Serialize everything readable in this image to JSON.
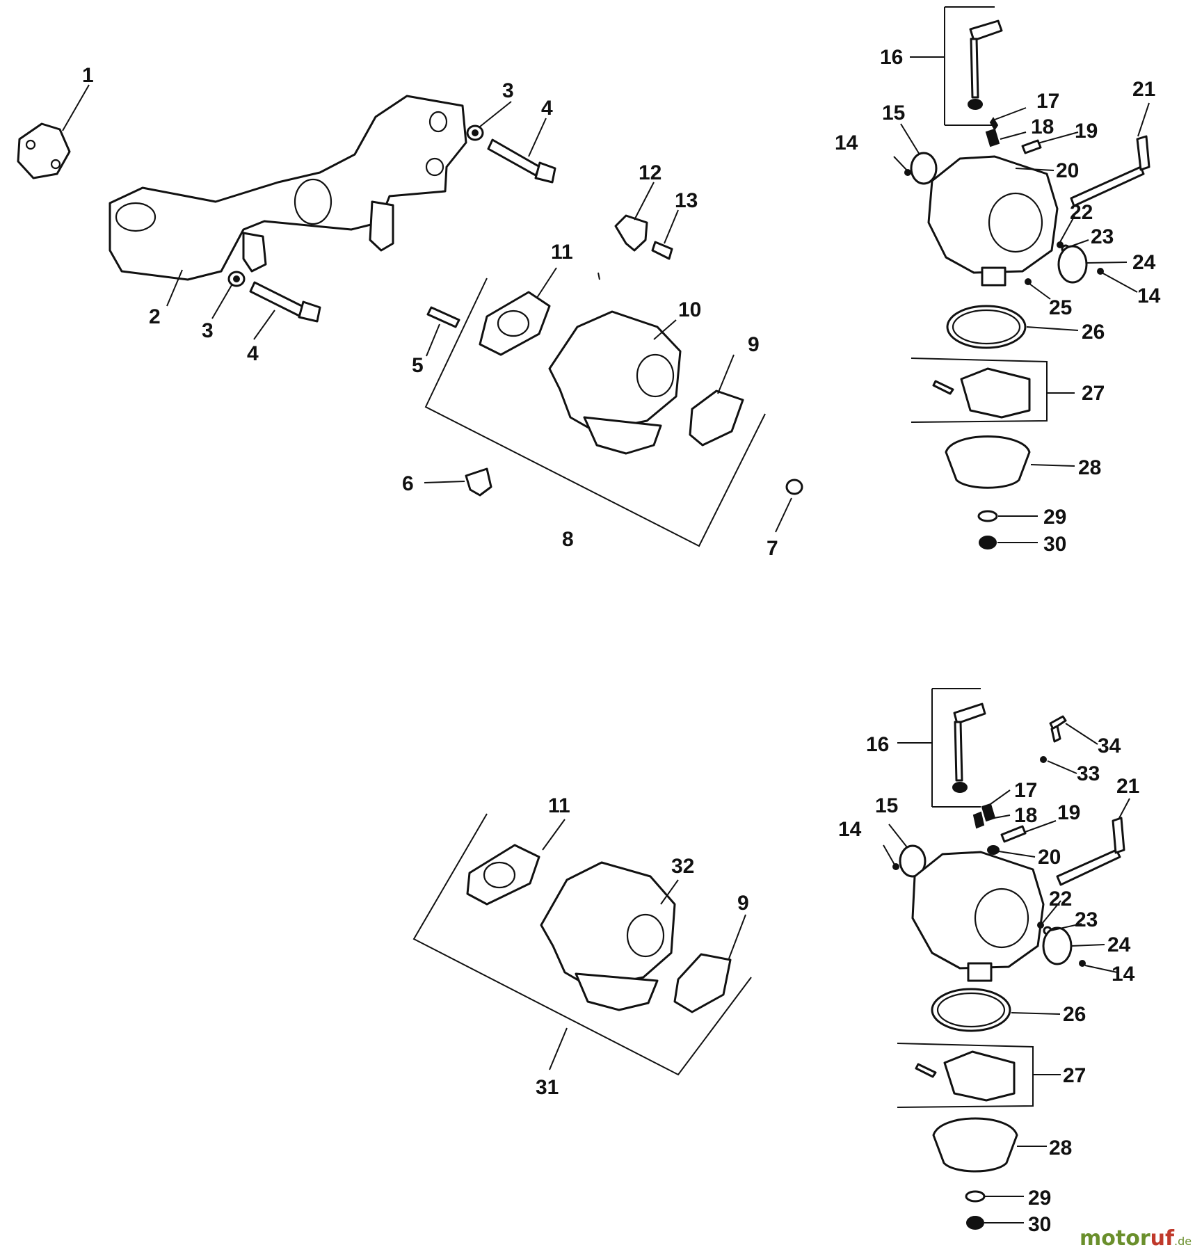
{
  "callouts": {
    "c1": "1",
    "c2": "2",
    "c3a": "3",
    "c3b": "3",
    "c4a": "4",
    "c4b": "4",
    "c5": "5",
    "c6": "6",
    "c7": "7",
    "c8": "8",
    "c9a": "9",
    "c10": "10",
    "c11a": "11",
    "c12": "12",
    "c13": "13",
    "t14a": "14",
    "t14b": "14",
    "t15": "15",
    "t16": "16",
    "t17": "17",
    "t18": "18",
    "t19": "19",
    "t20": "20",
    "t21": "21",
    "t22": "22",
    "t23": "23",
    "t24": "24",
    "t25": "25",
    "t26": "26",
    "t27": "27",
    "t28": "28",
    "t29": "29",
    "t30": "30",
    "c9b": "9",
    "c11b": "11",
    "c31": "31",
    "c32": "32",
    "b14a": "14",
    "b14b": "14",
    "b15": "15",
    "b16": "16",
    "b17": "17",
    "b18": "18",
    "b19": "19",
    "b20": "20",
    "b21": "21",
    "b22": "22",
    "b23": "23",
    "b24": "24",
    "b26": "26",
    "b27": "27",
    "b28": "28",
    "b29": "29",
    "b30": "30",
    "b33": "33",
    "b34": "34"
  },
  "watermark": {
    "part1": "motor",
    "part2": "uf",
    "suffix": ".de"
  }
}
